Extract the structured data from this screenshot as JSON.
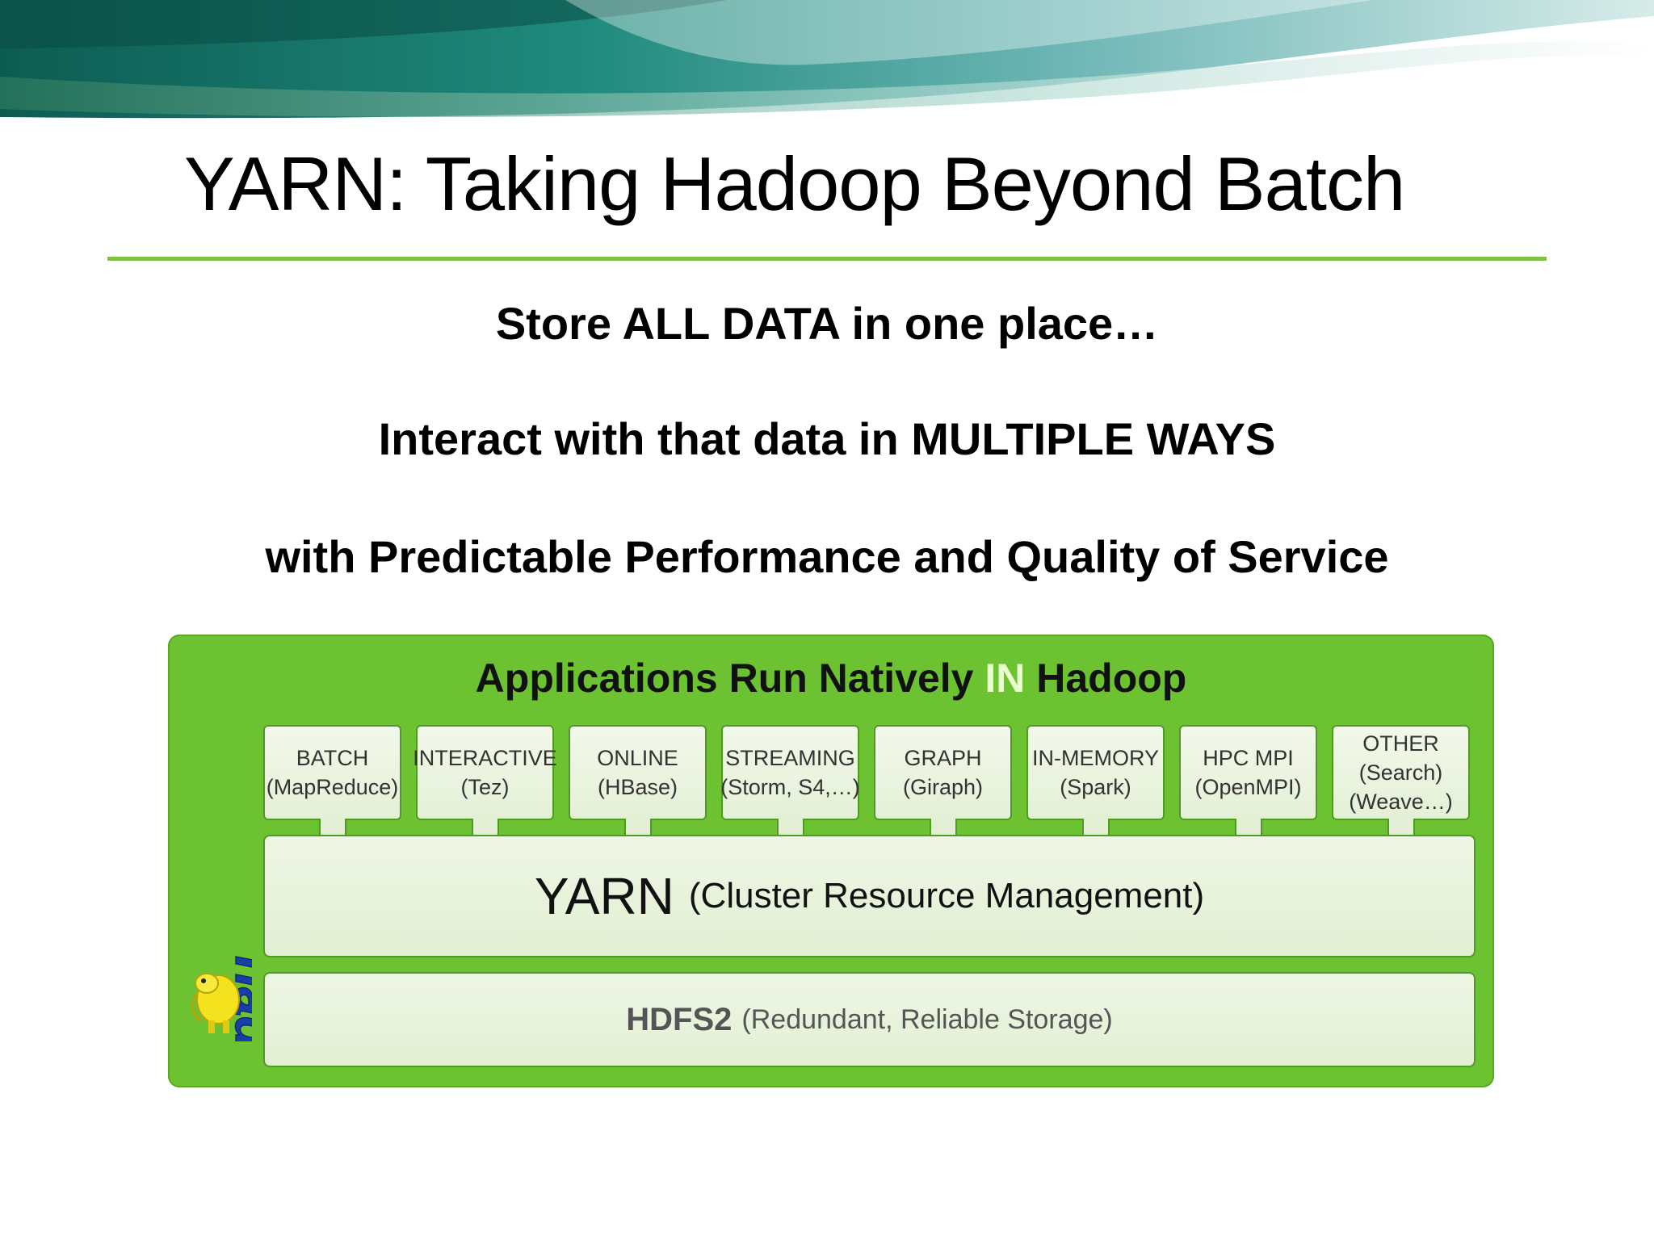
{
  "slide": {
    "title": "YARN: Taking Hadoop Beyond Batch",
    "lines": [
      "Store ALL DATA in one place…",
      "Interact with that data in MULTIPLE WAYS",
      "with Predictable Performance and Quality of Service"
    ]
  },
  "diagram": {
    "heading_pre": "Applications Run Natively ",
    "heading_hl": "IN",
    "heading_post": " Hadoop",
    "logo_text": "hadoop",
    "apps": [
      {
        "lines": [
          "BATCH",
          "(MapReduce)"
        ]
      },
      {
        "lines": [
          "INTERACTIVE",
          "(Tez)"
        ]
      },
      {
        "lines": [
          "ONLINE",
          "(HBase)"
        ]
      },
      {
        "lines": [
          "STREAMING",
          "(Storm, S4,…)"
        ]
      },
      {
        "lines": [
          "GRAPH",
          "(Giraph)"
        ]
      },
      {
        "lines": [
          "IN-MEMORY",
          "(Spark)"
        ]
      },
      {
        "lines": [
          "HPC MPI",
          "(OpenMPI)"
        ]
      },
      {
        "lines": [
          "OTHER",
          "(Search)",
          "(Weave…)"
        ]
      }
    ],
    "yarn_main": "YARN",
    "yarn_sub": "(Cluster Resource Management)",
    "hdfs_main": "HDFS2",
    "hdfs_sub": "(Redundant, Reliable Storage)"
  },
  "colors": {
    "accent_green": "#7dc242",
    "panel_green": "#6cc231",
    "box_fill": "#e4f0d6",
    "swoosh_teal": "#0f6d63"
  }
}
